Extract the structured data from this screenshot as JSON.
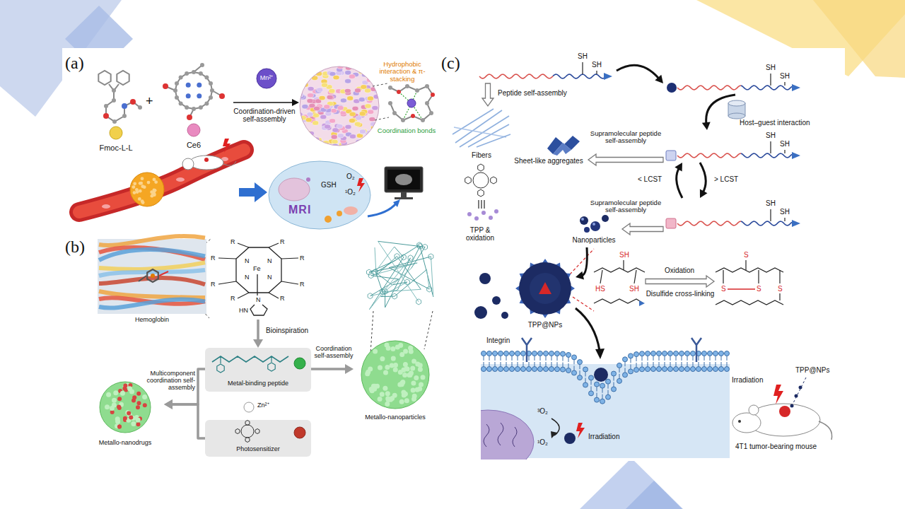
{
  "diagram": {
    "nodes": [
      {
        "text": [
          "Fmoc-L-L"
        ]
      },
      {
        "text": [
          "Ce6"
        ]
      },
      {
        "text": [
          "Mn²⁺"
        ]
      },
      {
        "text": [
          "GSH",
          "O₂",
          "¹O₂",
          "MRI"
        ]
      },
      {
        "text": [
          "Hemoglobin"
        ]
      },
      {
        "text": [
          "R",
          "R",
          "R",
          "R",
          "R",
          "R",
          "R",
          "R",
          "N",
          "N",
          "N",
          "N",
          "Fe",
          "N",
          "HN"
        ]
      },
      {
        "text": [
          "Metal-binding peptide"
        ]
      },
      {
        "text": [
          "Photosensitizer"
        ]
      },
      {
        "text": [
          "Metallo-nanodrugs"
        ]
      },
      {
        "text": [
          "Metallo-nanoparticles"
        ]
      },
      {
        "text": [
          "SH",
          "SH"
        ]
      },
      {
        "text": [
          "SH",
          "SH"
        ]
      },
      {
        "text": [
          "SH",
          "SH"
        ]
      },
      {
        "text": [
          "SH",
          "SH"
        ]
      },
      {
        "text": [
          "Fibers"
        ]
      },
      {
        "text": [
          "Sheet-like aggregates"
        ]
      },
      {
        "text": [
          "Nanoparticles"
        ]
      },
      {
        "text": [
          "TPP@NPs"
        ]
      },
      {
        "text": [
          "SH",
          "HS",
          "SH"
        ]
      },
      {
        "text": [
          "S",
          "S",
          "S",
          "S"
        ]
      }
    ],
    "edges": [
      {
        "from": 5,
        "to": 6,
        "arrow": "to",
        "label": "Bioinspiration"
      },
      {
        "from": 6,
        "to": 9,
        "arrow": "to",
        "label": "Coordination self-assembly"
      },
      {
        "from": 6,
        "to": 8,
        "arrow": "to",
        "label": "Multicomponent coordination self-assembly"
      },
      {
        "from": 7,
        "to": 8,
        "arrow": "to"
      },
      {
        "from": 10,
        "to": 14,
        "arrow": "to",
        "label": "Peptide self-assembly"
      },
      {
        "from": 10,
        "to": 11,
        "arrow": "to"
      },
      {
        "from": 11,
        "to": 12,
        "arrow": "to",
        "label": "Host–guest interaction"
      },
      {
        "from": 12,
        "to": 15,
        "arrow": "to",
        "label": "Supramolecular peptide self-assembly"
      },
      {
        "from": 12,
        "to": 13,
        "arrow": "to",
        "label": "> LCST"
      },
      {
        "from": 13,
        "to": 12,
        "arrow": "to",
        "label": "< LCST"
      },
      {
        "from": 13,
        "to": 16,
        "arrow": "to",
        "label": "Supramolecular peptide self-assembly"
      },
      {
        "from": 16,
        "to": 17,
        "arrow": "to"
      },
      {
        "from": 18,
        "to": 19,
        "arrow": "to",
        "label": "Oxidation"
      }
    ],
    "labels": [
      "(a)",
      "+",
      "Coordination-driven self-assembly",
      "Hydrophobic interaction & π-stacking",
      "Coordination bonds",
      "(b)",
      "Zn²⁺",
      "(c)",
      "TPP & oxidation",
      "Disulfide cross-linking",
      "Integrin",
      "³O₂",
      "¹O₂",
      "Irradiation",
      "Irradiation",
      "TPP@NPs",
      "4T1 tumor-bearing mouse"
    ]
  }
}
